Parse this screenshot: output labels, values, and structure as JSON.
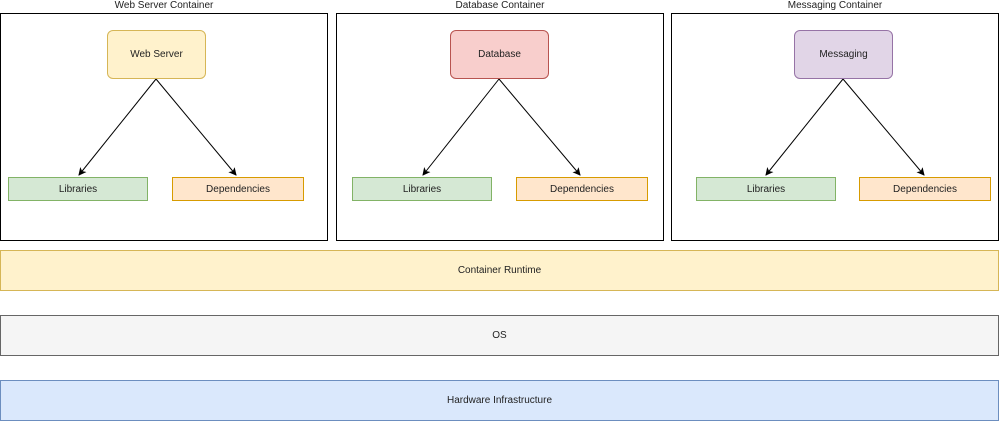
{
  "containers": [
    {
      "title": "Web Server Container",
      "service": "Web Server",
      "service_fill": "#fff2cc",
      "service_stroke": "#d6b656",
      "libraries": "Libraries",
      "dependencies": "Dependencies"
    },
    {
      "title": "Database Container",
      "service": "Database",
      "service_fill": "#f8cecc",
      "service_stroke": "#b85450",
      "libraries": "Libraries",
      "dependencies": "Dependencies"
    },
    {
      "title": "Messaging Container",
      "service": "Messaging",
      "service_fill": "#e1d5e7",
      "service_stroke": "#9673a6",
      "libraries": "Libraries",
      "dependencies": "Dependencies"
    }
  ],
  "colors": {
    "libraries_fill": "#d5e8d4",
    "libraries_stroke": "#82b366",
    "dependencies_fill": "#ffe6cc",
    "dependencies_stroke": "#d79b00",
    "arrow": "#000000"
  },
  "layers": [
    {
      "label": "Container Runtime",
      "fill": "#fff2cc",
      "stroke": "#d6b656"
    },
    {
      "label": "OS",
      "fill": "#f5f5f5",
      "stroke": "#666666"
    },
    {
      "label": "Hardware Infrastructure",
      "fill": "#dae8fc",
      "stroke": "#6c8ebf"
    }
  ]
}
